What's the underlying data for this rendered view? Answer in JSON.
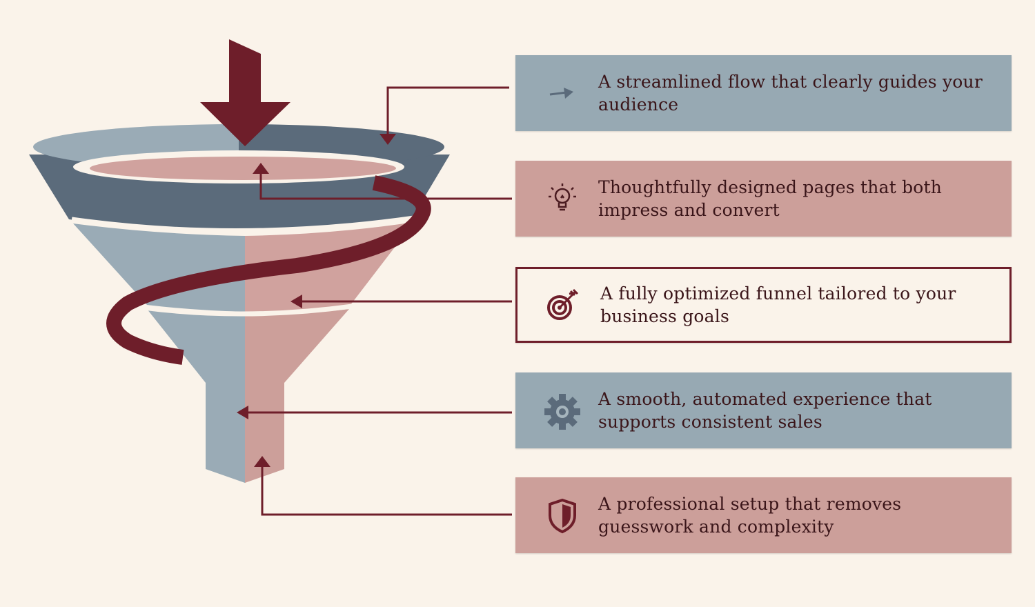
{
  "colors": {
    "background": "#faf3ea",
    "accent": "#6e1e2a",
    "blue": "#97a9b3",
    "pink": "#cc9f9a",
    "slate": "#5b6b7b"
  },
  "items": [
    {
      "text": "A streamlined flow that clearly guides your audience",
      "icon": "arrow-icon",
      "style": "blue"
    },
    {
      "text": "Thoughtfully designed pages that both impress and convert",
      "icon": "lightbulb-icon",
      "style": "pink"
    },
    {
      "text": "A fully optimized funnel tailored to your business goals",
      "icon": "target-icon",
      "style": "outline"
    },
    {
      "text": "A smooth, automated experience that supports consistent sales",
      "icon": "gear-icon",
      "style": "blue"
    },
    {
      "text": "A professional setup that removes guesswork and complexity",
      "icon": "shield-icon",
      "style": "pink"
    }
  ]
}
